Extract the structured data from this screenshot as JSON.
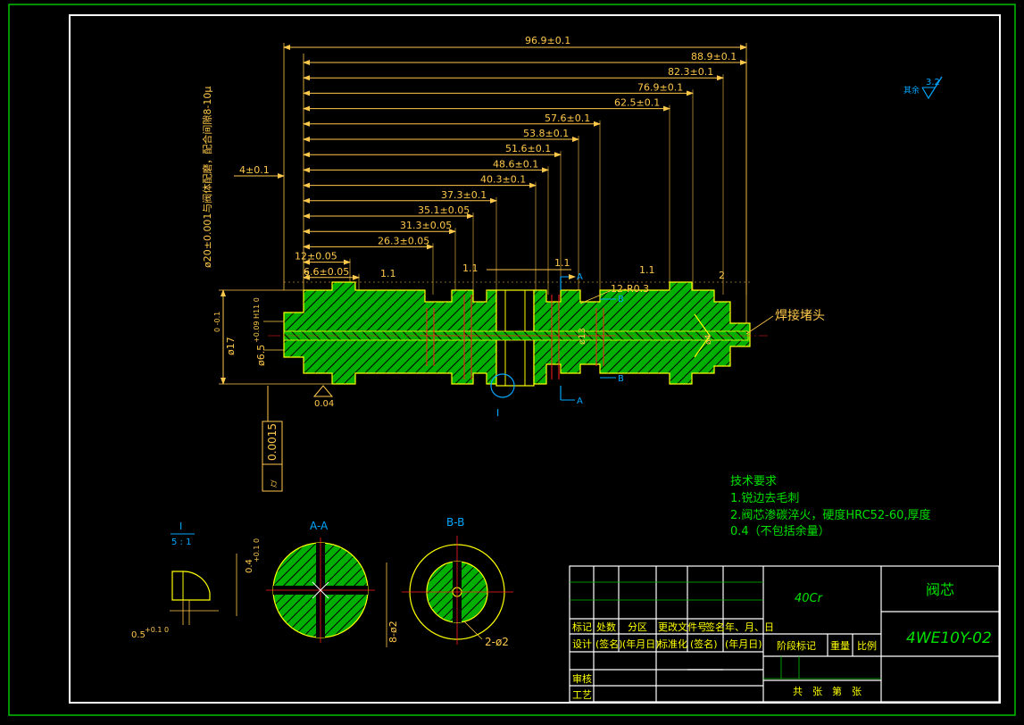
{
  "colors": {
    "background": "#000000",
    "frame": "#ffffff",
    "outer_border": "#00c000",
    "part_fill": "#00b000",
    "dimension": "#ffc84a",
    "outline": "#ffff00",
    "center_line": "#ff2020",
    "annotation_green": "#00e000",
    "annotation_blue": "#00a8ff",
    "hatch": "#000000"
  },
  "dimensions": {
    "overall": "96.9±0.1",
    "chain": [
      "88.9±0.1",
      "82.3±0.1",
      "76.9±0.1",
      "62.5±0.1",
      "57.6±0.1",
      "53.8±0.1",
      "51.6±0.1",
      "48.6±0.1",
      "40.3±0.1",
      "37.3±0.1",
      "35.1±0.05",
      "31.3±0.05",
      "26.3±0.05",
      "12±0.05",
      "6.6±0.05"
    ],
    "left_4": "4±0.1",
    "small_1_1": "1.1",
    "small_2": "2",
    "radius": "12-R0.3",
    "dia_17": "ø17",
    "dia_17_tol": "0\n-0.1",
    "dia_6_5": "ø6.5",
    "dia_6_5_tol": "+0.09 H11 0",
    "dia_13": "ø13",
    "dia_4": "ø4",
    "vertical_note": "ø20±0.001与阀体配磨，配合间隙8-10μ",
    "datum_004": "0.04",
    "flatness_value": "0.0015",
    "section_marker_a": "A",
    "section_marker_b": "B",
    "detail_marker": "I"
  },
  "surface_roughness": {
    "label": "其余",
    "value": "3.2"
  },
  "weld_label": "焊接堵头",
  "detail": {
    "title": "I",
    "scale": "5 : 1",
    "height": "0.4",
    "height_tol": "+0.1 0",
    "width": "0.5",
    "width_tol": "+0.1 0"
  },
  "section_aa": {
    "title": "A-A",
    "dim": "8-ø2"
  },
  "section_bb": {
    "title": "B-B",
    "dim": "2-ø2"
  },
  "tech": {
    "title": "技术要求",
    "line1": "1.锐边去毛刺",
    "line2": "2.阀芯渗碳淬火，硬度HRC52-60,厚度",
    "line3": "0.4（不包括余量）"
  },
  "title_block": {
    "material": "40Cr",
    "part_name": "阀芯",
    "drawing_no": "4WE10Y-02",
    "hdr": [
      "标记",
      "处数",
      "分区",
      "更改文件号",
      "签名",
      "年、月、日"
    ],
    "row2": [
      "设计",
      "(签名)",
      "(年月日)",
      "标准化",
      "(签名)",
      "(年月日)"
    ],
    "stage": "阶段标记",
    "weight": "重量",
    "scale": "比例",
    "review": "审核",
    "process": "工艺",
    "sheets": "共　张　第　张"
  }
}
